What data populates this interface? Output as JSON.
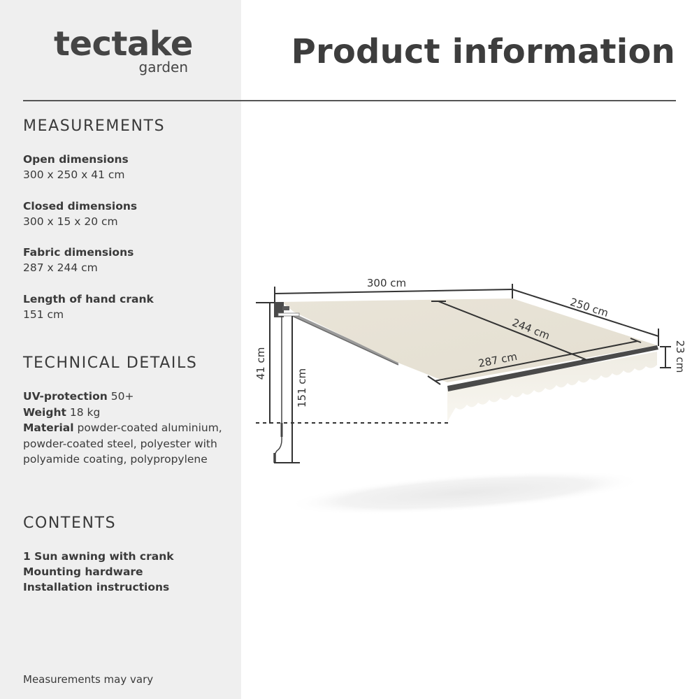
{
  "brand": {
    "name": "tectake",
    "sub": "garden"
  },
  "header": {
    "title": "Product information"
  },
  "measurements": {
    "heading": "MEASUREMENTS",
    "items": [
      {
        "label": "Open dimensions",
        "value": "300 x 250 x 41 cm"
      },
      {
        "label": "Closed dimensions",
        "value": "300 x 15 x 20 cm"
      },
      {
        "label": "Fabric dimensions",
        "value": "287 x 244 cm"
      },
      {
        "label": "Length of hand crank",
        "value": "151 cm"
      }
    ]
  },
  "technical": {
    "heading": "TECHNICAL DETAILS",
    "items": [
      {
        "label": "UV-protection",
        "value": "50+"
      },
      {
        "label": "Weight",
        "value": "18 kg"
      },
      {
        "label": "Material",
        "value": "powder-coated aluminium, powder-coated steel, polyester with polyamide coating, polypropylene"
      }
    ]
  },
  "contents": {
    "heading": "CONTENTS",
    "items": [
      "1 Sun awning with crank",
      "Mounting hardware",
      "Installation instructions"
    ]
  },
  "footnote": "Measurements may vary",
  "diagram": {
    "labels": {
      "width": "300 cm",
      "projection": "250  cm",
      "fabric_depth": "244 cm",
      "fabric_width": "287 cm",
      "height": "41 cm",
      "crank": "151 cm",
      "valance": "23 cm"
    },
    "colors": {
      "fabric": "#e8e3d6",
      "frame": "#4a4a4a",
      "dim_line": "#333333",
      "sidebar_bg": "#efefef",
      "divider": "#555555"
    }
  }
}
